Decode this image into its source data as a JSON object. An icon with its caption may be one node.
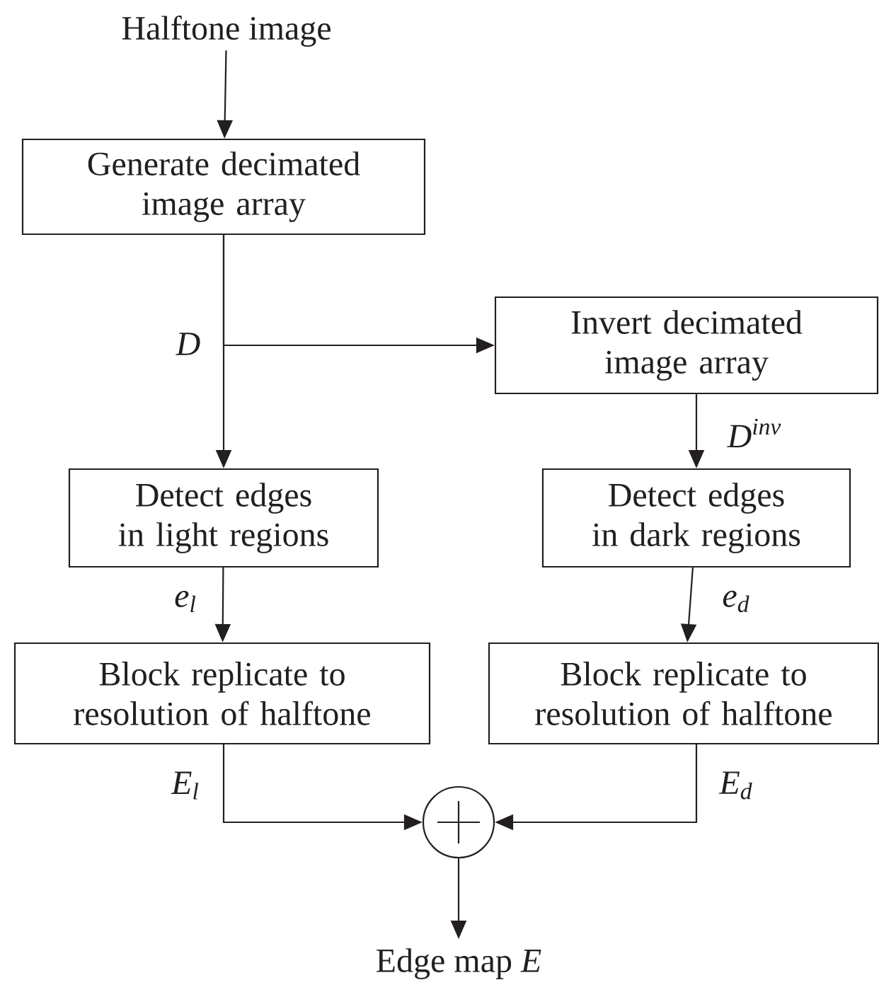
{
  "diagram": {
    "nodes": [
      {
        "text": [
          "Halftone image"
        ]
      },
      {
        "text": [
          "Generate decimated image array"
        ]
      },
      {
        "text": [
          "Invert decimated image array"
        ]
      },
      {
        "text": [
          "Detect edges in light regions"
        ]
      },
      {
        "text": [
          "Detect edges in dark regions"
        ]
      },
      {
        "text": [
          "Block replicate to resolution of halftone"
        ]
      },
      {
        "text": [
          "Block replicate to resolution of halftone"
        ]
      },
      {
        "text": [],
        "shape": "circle"
      },
      {
        "text": [
          "Edge map *E*"
        ]
      }
    ],
    "edges": [
      {
        "from": 0,
        "to": 1,
        "arrow": "to"
      },
      {
        "from": 1,
        "to": 3,
        "arrow": "to",
        "label": "D"
      },
      {
        "from": 1,
        "to": 2,
        "arrow": "to"
      },
      {
        "from": 2,
        "to": 4,
        "arrow": "to",
        "label": "D$^{inv}$"
      },
      {
        "from": 3,
        "to": 5,
        "arrow": "to",
        "label": "e$_{l}$"
      },
      {
        "from": 4,
        "to": 6,
        "arrow": "to",
        "label": "e$_{d}$"
      },
      {
        "from": 5,
        "to": 7,
        "arrow": "to",
        "label": "E$_{l}$"
      },
      {
        "from": 6,
        "to": 7,
        "arrow": "to",
        "label": "E$_{d}$"
      },
      {
        "from": 7,
        "to": 8,
        "arrow": "to"
      }
    ]
  }
}
